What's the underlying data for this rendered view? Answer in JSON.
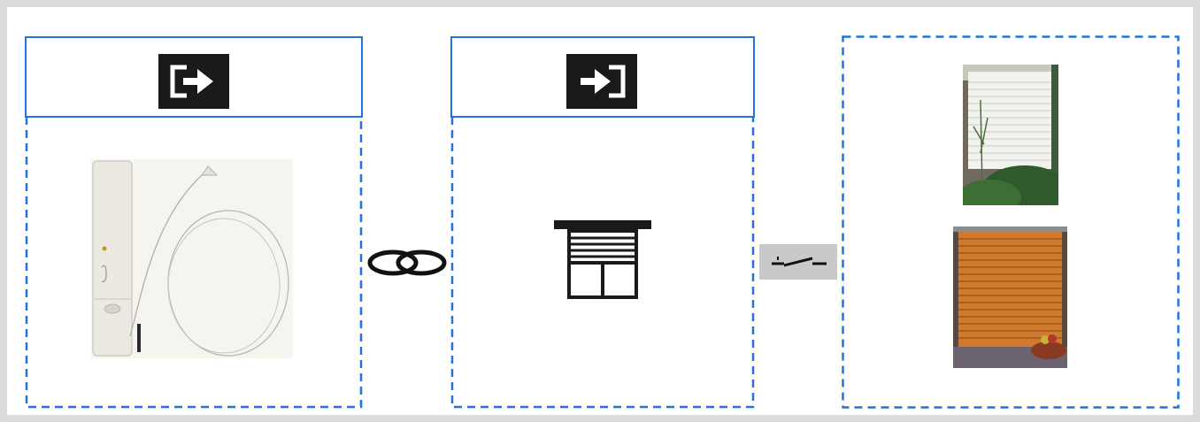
{
  "diagram": {
    "panels": [
      {
        "id": "sensor",
        "header_icon": "output-arrow-icon",
        "content": "cord-sensor-device-image"
      },
      {
        "id": "actuator",
        "header_icon": "input-arrow-icon",
        "content": "shutter-symbol-icon"
      },
      {
        "id": "loads",
        "content": [
          "roller-shutter-photo",
          "venetian-blind-photo"
        ]
      }
    ],
    "connectors": [
      "linked-rings-icon",
      "switch-contact-icon"
    ]
  },
  "colors": {
    "accent": "#1f74e0",
    "frame": "#dcdcdc",
    "icon_fill": "#1a1a1a",
    "switch_bg": "#c9c9c9"
  }
}
